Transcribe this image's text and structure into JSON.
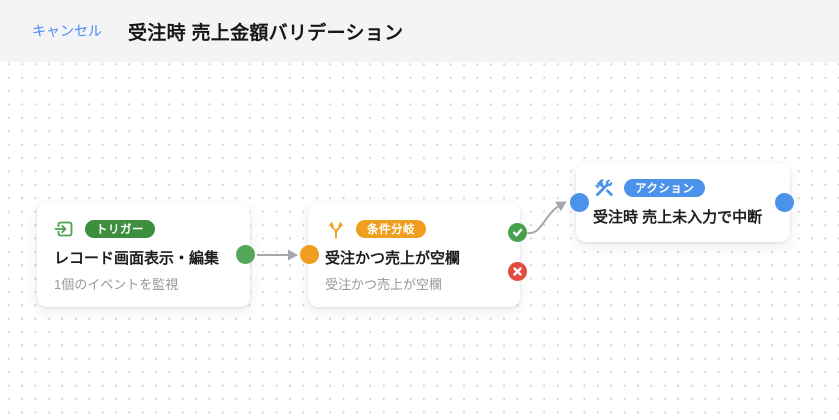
{
  "header": {
    "cancel_label": "キャンセル",
    "title": "受注時 売上金額バリデーション"
  },
  "workflow": {
    "nodes": [
      {
        "type": "trigger",
        "icon": "login-icon",
        "badge": "トリガー",
        "title": "レコード画面表示・編集",
        "subtitle": "1個のイベントを監視"
      },
      {
        "type": "condition",
        "icon": "branch-icon",
        "badge": "条件分岐",
        "title": "受注かつ売上が空欄",
        "subtitle": "受注かつ売上が空欄"
      },
      {
        "type": "action",
        "icon": "construction-icon",
        "badge": "アクション",
        "title": "受注時 売上未入力で中断"
      }
    ],
    "edges": [
      {
        "from": "trigger-output",
        "to": "condition-input"
      },
      {
        "from": "condition-true",
        "to": "action-input"
      }
    ]
  },
  "colors": {
    "header_bg": "#f4f4f6",
    "cancel_blue": "#4b8bf4",
    "canvas_dot": "#d9d9dd",
    "trigger_badge_green": "#3e8e40",
    "trigger_icon_green": "#4aa34e",
    "port_green": "#57a75a",
    "orange": "#f09e1f",
    "blue": "#4b92ea",
    "true_green": "#47a04b",
    "false_red": "#e24b3d",
    "connector_gray": "#a6a6ac"
  }
}
